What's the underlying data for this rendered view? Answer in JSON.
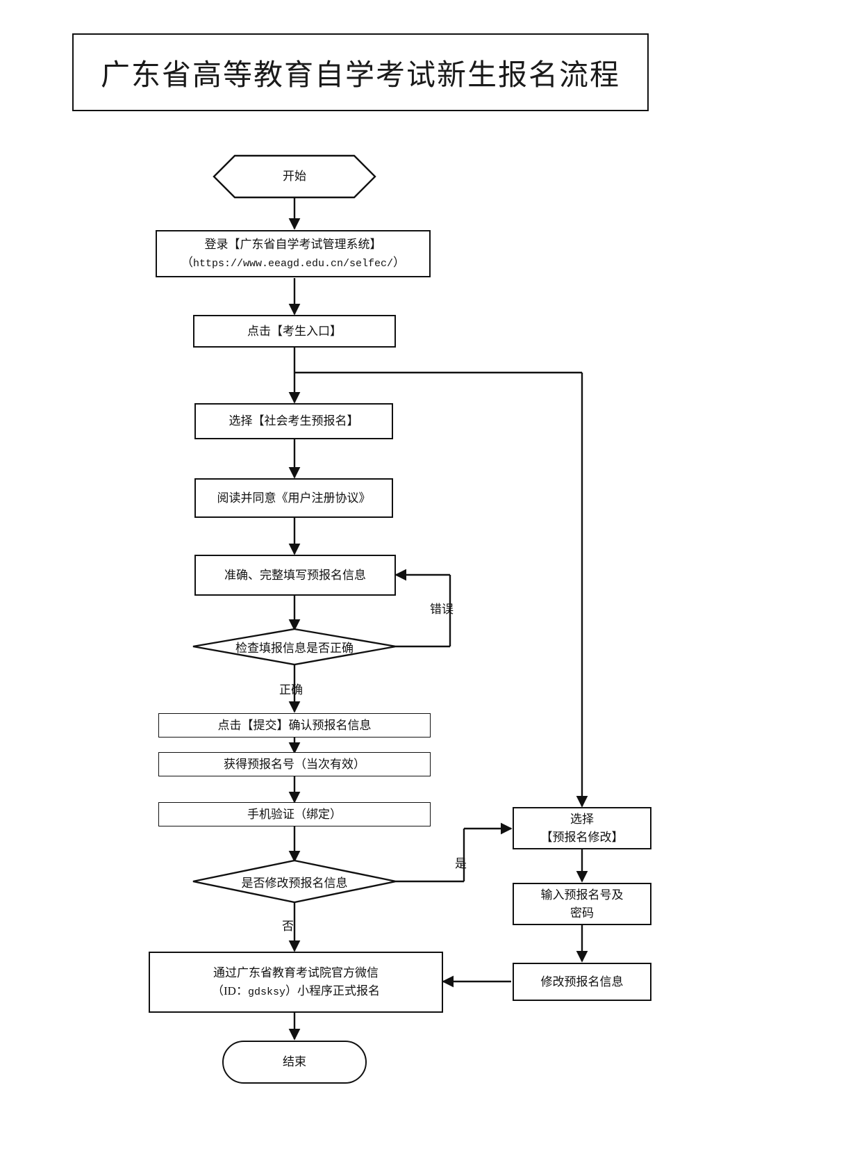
{
  "document": {
    "title": "广东省高等教育自学考试新生报名流程"
  },
  "flowchart": {
    "type": "flowchart",
    "orientation": "top-to-bottom",
    "nodes": {
      "start": {
        "shape": "hexagon",
        "label": "开始"
      },
      "login": {
        "shape": "rectangle",
        "line1": "登录【广东省自学考试管理系统】",
        "line2_open": "（",
        "line2_url": "https://www.eeagd.edu.cn/selfec/",
        "line2_close": "）"
      },
      "entry": {
        "shape": "rectangle",
        "label": "点击【考生入口】"
      },
      "select_pre_reg": {
        "shape": "rectangle",
        "label": "选择【社会考生预报名】"
      },
      "agree_terms": {
        "shape": "rectangle",
        "label": "阅读并同意《用户注册协议》"
      },
      "fill_info": {
        "shape": "rectangle",
        "label": "准确、完整填写预报名信息"
      },
      "check_info": {
        "shape": "diamond",
        "label": "检查填报信息是否正确"
      },
      "submit": {
        "shape": "rectangle",
        "label": "点击【提交】确认预报名信息"
      },
      "get_number": {
        "shape": "rectangle",
        "label": "获得预报名号（当次有效）"
      },
      "phone_verify": {
        "shape": "rectangle",
        "label": "手机验证（绑定）"
      },
      "modify_decision": {
        "shape": "diamond",
        "label": "是否修改预报名信息"
      },
      "select_modify": {
        "shape": "rectangle",
        "line1": "选择",
        "line2": "【预报名修改】"
      },
      "input_credentials": {
        "shape": "rectangle",
        "line1": "输入预报名号及",
        "line2": "密码"
      },
      "modify_info": {
        "shape": "rectangle",
        "label": "修改预报名信息"
      },
      "wechat_register": {
        "shape": "rectangle",
        "line1": "通过广东省教育考试院官方微信",
        "line2_a": "（ID：",
        "line2_id": "gdsksy",
        "line2_b": "）小程序正式报名"
      },
      "end": {
        "shape": "stadium",
        "label": "结束"
      }
    },
    "edge_labels": {
      "error": "错误",
      "correct": "正确",
      "yes": "是",
      "no": "否"
    },
    "colors": {
      "stroke": "#111111",
      "background": "#ffffff",
      "text": "#111111"
    }
  }
}
